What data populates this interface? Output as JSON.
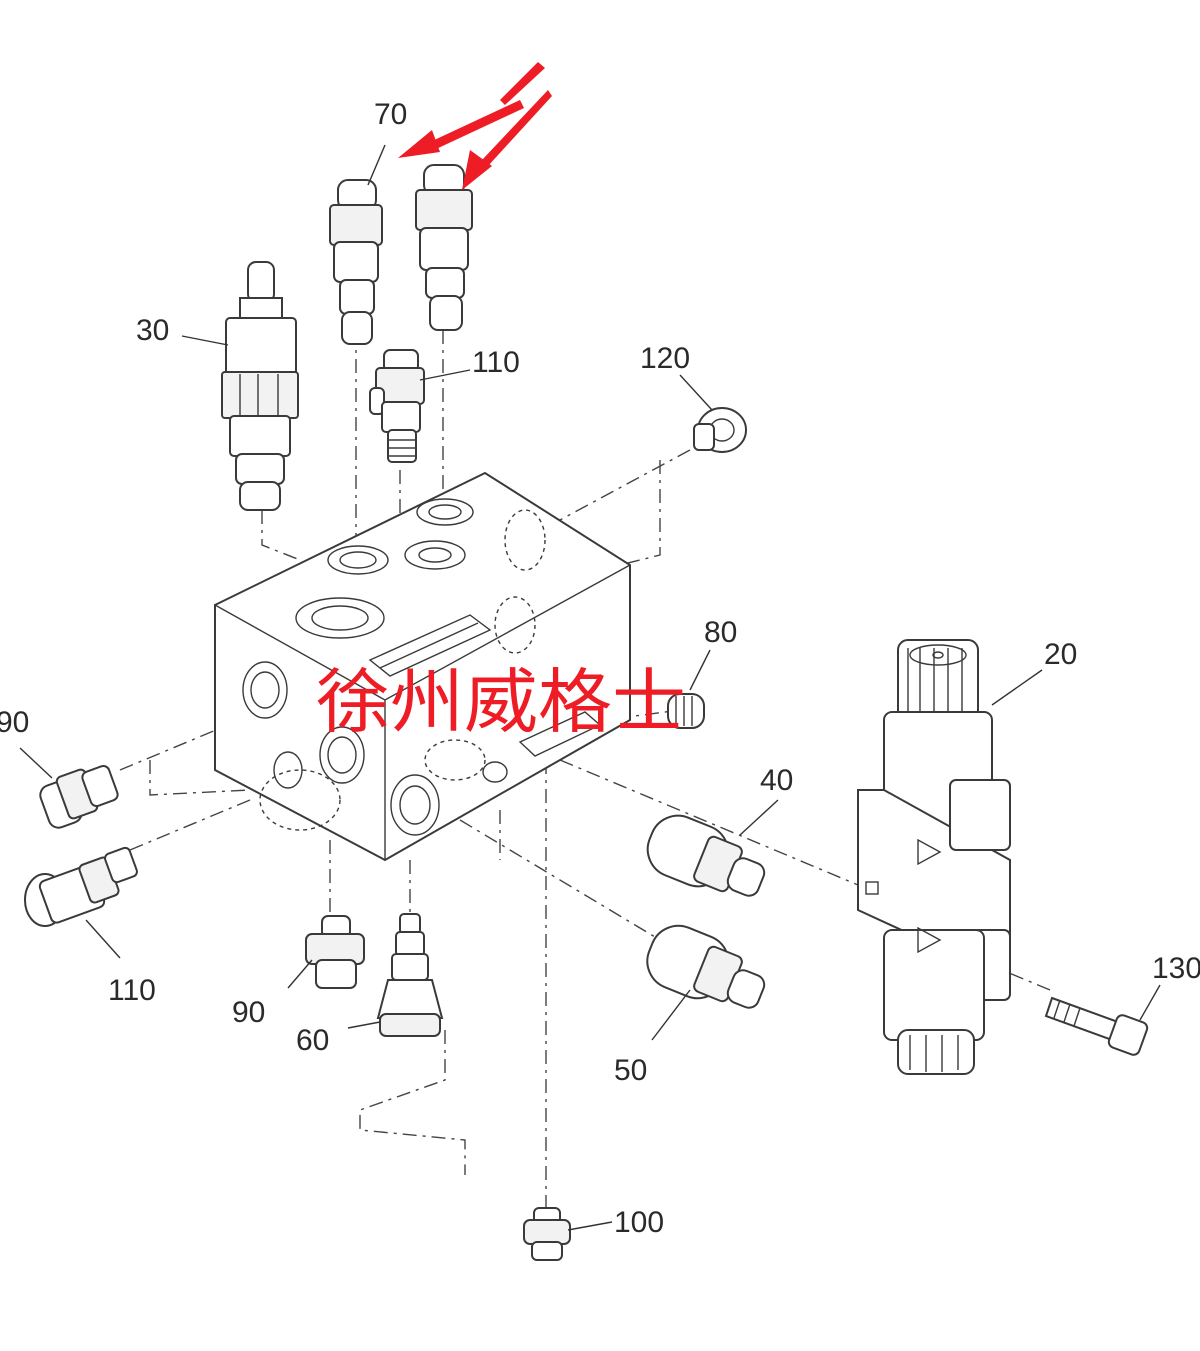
{
  "callouts": {
    "c70": "70",
    "c30": "30",
    "c110_top": "110",
    "c120": "120",
    "c80": "80",
    "c20": "20",
    "c90_left": "90",
    "c40": "40",
    "c110_bottom": "110",
    "c90_bottom": "90",
    "c60": "60",
    "c50": "50",
    "c130": "130",
    "c100": "100"
  },
  "watermark": "徐州威格士",
  "colors": {
    "arrow": "#ee1c25",
    "watermark": "#ee1c25",
    "line": "#3a3a3a"
  }
}
